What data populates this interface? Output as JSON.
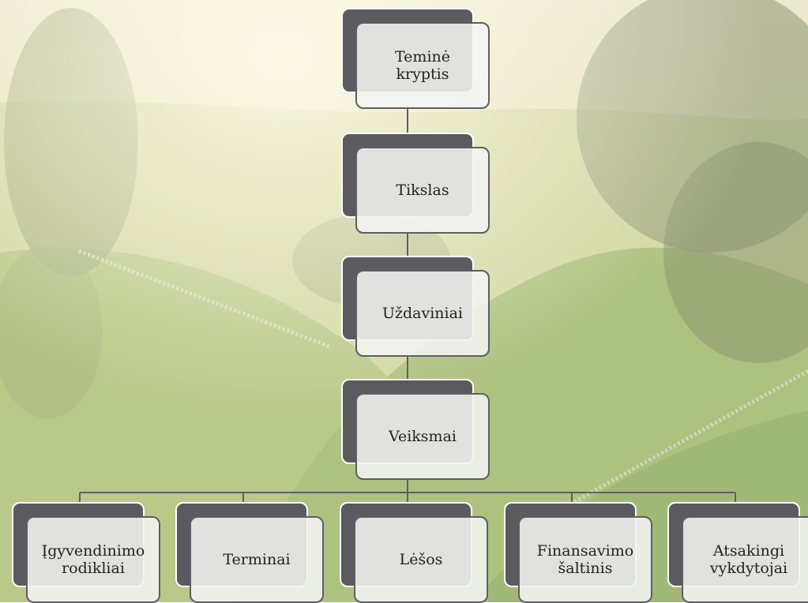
{
  "diagram": {
    "chain": [
      {
        "id": "teminė-kryptis",
        "label": "Teminė\nkryptis"
      },
      {
        "id": "tikslas",
        "label": "Tikslas"
      },
      {
        "id": "uždaviniai",
        "label": "Uždaviniai"
      },
      {
        "id": "veiksmai",
        "label": "Veiksmai"
      }
    ],
    "leaves": [
      {
        "id": "igyvendinimo-rodikliai",
        "label": "Įgyvendinimo\nrodikliai"
      },
      {
        "id": "terminai",
        "label": "Terminai"
      },
      {
        "id": "lesos",
        "label": "Lėšos"
      },
      {
        "id": "finansavimo-saltinis",
        "label": "Finansavimo\nšaltinis"
      },
      {
        "id": "atsakingi-vykdytojai",
        "label": "Atsakingi\nvykdytojai"
      }
    ]
  },
  "colors": {
    "node_back": "#5a5a5f",
    "node_front": "#f4f4f2",
    "connector": "#5e5e63"
  }
}
